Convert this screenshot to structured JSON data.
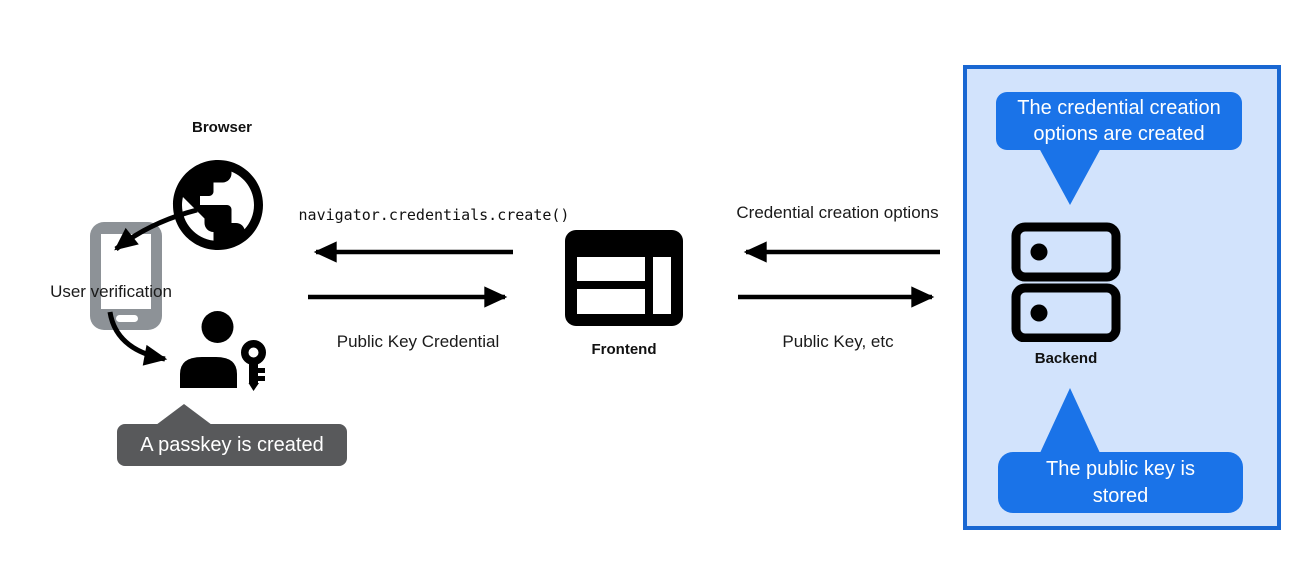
{
  "colors": {
    "callout_blue": "#1a73e8",
    "panel_fill": "#d2e3fc",
    "panel_border": "#1967d2",
    "gray_callout": "#58595b",
    "phone_gray": "#8d9297",
    "ink": "#000000"
  },
  "nodes": {
    "browser": {
      "label": "Browser",
      "icon": "globe-icon"
    },
    "user_verification": {
      "label": "User verification",
      "icon": "smartphone-icon"
    },
    "passkey_user": {
      "icon": "person-with-key-icon"
    },
    "frontend": {
      "label": "Frontend",
      "icon": "browser-window-icon"
    },
    "backend": {
      "label": "Backend",
      "icon": "server-stack-icon"
    }
  },
  "arrows": {
    "frontend_to_browser": {
      "label": "navigator.credentials.create()",
      "direction": "left"
    },
    "browser_to_frontend": {
      "label": "Public Key Credential",
      "direction": "right"
    },
    "backend_to_frontend": {
      "label": "Credential creation options",
      "direction": "left"
    },
    "frontend_to_backend": {
      "label": "Public Key, etc",
      "direction": "right"
    }
  },
  "callouts": {
    "passkey_created": {
      "text": "A passkey is created"
    },
    "options_created": {
      "text": "The credential creation\noptions are created"
    },
    "public_key_stored": {
      "text": "The public key is\nstored"
    }
  }
}
